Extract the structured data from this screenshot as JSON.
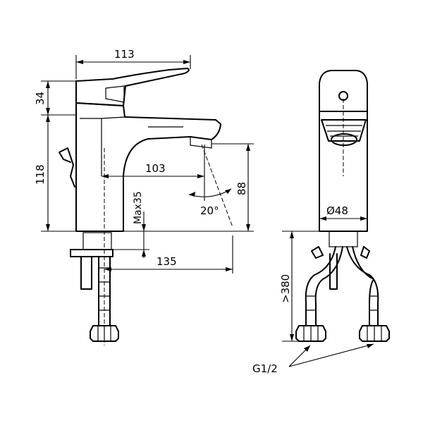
{
  "dimensions": {
    "width_113": "113",
    "height_34": "34",
    "height_118": "118",
    "reach_103": "103",
    "spout_88": "88",
    "max_35": "Max35",
    "angle_20": "20°",
    "depth_135": "135",
    "diameter_48": "Ø48",
    "hose_380": ">380",
    "thread_g12": "G1/2"
  }
}
